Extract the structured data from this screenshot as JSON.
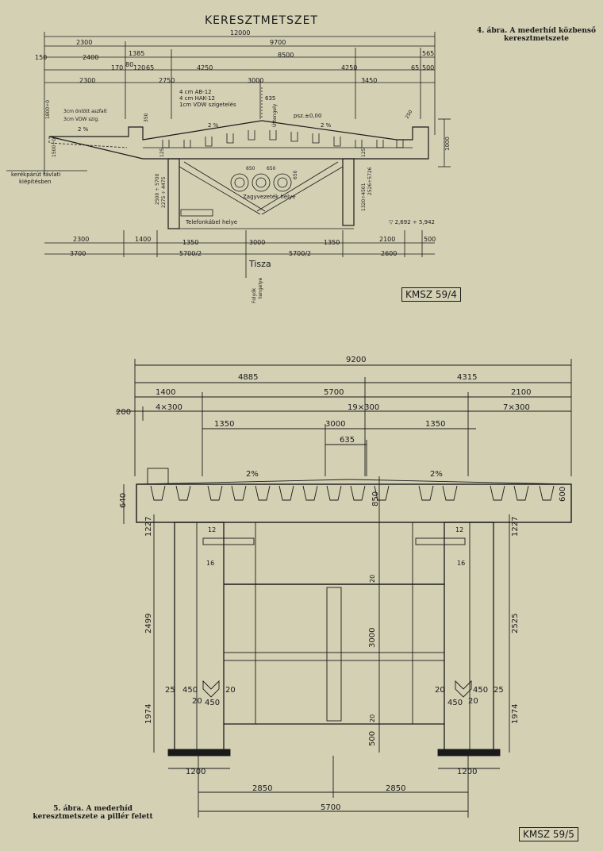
{
  "top": {
    "title": "KERESZTMETSZET",
    "caption": [
      "4. ábra. A mederhíd közbenső",
      "keresztmetszete"
    ],
    "tag": "KMSZ 59/4",
    "dims_row1": [
      "12000"
    ],
    "dims_row2": [
      "2300",
      "9700"
    ],
    "dims_row3": [
      "150",
      "2400",
      "1385",
      "8500",
      "565"
    ],
    "dims_row4": [
      "170",
      "80",
      "120",
      "65",
      "4250",
      "4250",
      "65",
      "500"
    ],
    "dims_row5": [
      "2300",
      "2750",
      "3000",
      "3450"
    ],
    "notes": [
      "3cm öntött aszfalt",
      "3cm VDW szig.",
      "4 cm AB-12",
      "4 cm HAK-12",
      "1cm VDW szigetelés",
      "635",
      "psz.±0,00",
      "Úttengely"
    ],
    "slopes": [
      "2 %",
      "2 %",
      "2 %"
    ],
    "inner": [
      "650",
      "650",
      "650",
      "Zagyvezeték helye",
      "Telefonkábel helye"
    ],
    "vertical": [
      "1000",
      "350",
      "250",
      "125",
      "125",
      "2500 ÷ 5700",
      "2275 ÷ 4475",
      "1320÷4501",
      "2526÷5726",
      "1800÷0",
      "1500÷0"
    ],
    "side_note": [
      "kerékpárút távlati",
      "kiépítésben"
    ],
    "level": "▽ 2,692 ÷ 5,942",
    "bottom_row1": [
      "2300",
      "1400",
      "1350",
      "3000",
      "1350",
      "2100",
      "500"
    ],
    "bottom_row2": [
      "3700",
      "5700/2",
      "5700/2",
      "2600"
    ],
    "river": "Tisza",
    "axis_label": [
      "Folyók",
      "tengelye"
    ]
  },
  "bottom": {
    "caption": [
      "5. ábra. A mederhíd",
      "keresztmetszete a pillér felett"
    ],
    "tag": "KMSZ 59/5",
    "dims_total": "9200",
    "dims_split": [
      "4885",
      "4315"
    ],
    "dims_row3": [
      "1400",
      "5700",
      "2100"
    ],
    "dims_row4": [
      "200",
      "4×300",
      "19×300",
      "7×300"
    ],
    "dims_row5": [
      "1350",
      "3000",
      "1350"
    ],
    "dim_635": "635",
    "slopes": [
      "2%",
      "2%"
    ],
    "left_vertical": [
      "640",
      "1227",
      "2499",
      "1974"
    ],
    "right_vertical": [
      "600",
      "1227",
      "2525",
      "1974"
    ],
    "center_vertical": [
      "850",
      "20",
      "3000",
      "20",
      "500"
    ],
    "plates": [
      "12",
      "16",
      "12",
      "16"
    ],
    "left_details": [
      "25",
      "450",
      "20",
      "450",
      "20"
    ],
    "right_details": [
      "20",
      "450",
      "25",
      "450",
      "20"
    ],
    "footings": [
      "1200",
      "1200"
    ],
    "base_split": [
      "2850",
      "2850"
    ],
    "base_total": "5700"
  }
}
